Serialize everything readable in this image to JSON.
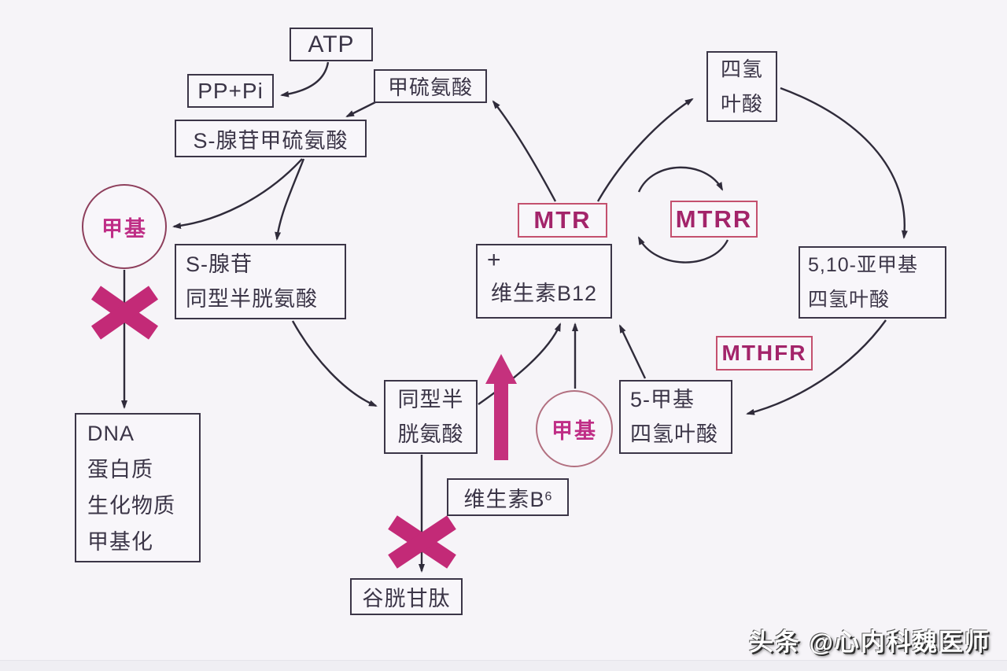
{
  "diagram": {
    "nodes": {
      "atp": {
        "label": "ATP"
      },
      "pp_pi": {
        "label": "PP+Pi"
      },
      "methionine": {
        "label": "甲硫氨酸"
      },
      "sam": {
        "label": "S-腺苷甲硫氨酸"
      },
      "methyl_left": {
        "label": "甲基"
      },
      "sah": {
        "lines": [
          "S-腺苷",
          "同型半胱氨酸"
        ]
      },
      "dna": {
        "lines": [
          "DNA",
          "蛋白质",
          "生化物质",
          "甲基化"
        ]
      },
      "homocysteine": {
        "lines": [
          "同型半",
          "胱氨酸"
        ]
      },
      "methyl_bottom": {
        "label": "甲基"
      },
      "vitamin_b12": {
        "plus": "+",
        "label": "维生素B12"
      },
      "mtr": {
        "label": "MTR"
      },
      "mtrr": {
        "label": "MTRR"
      },
      "thf": {
        "lines": [
          "四氢",
          "叶酸"
        ]
      },
      "methylene_thf": {
        "lines": [
          "5,10-亚甲基",
          "四氢叶酸"
        ]
      },
      "mthfr": {
        "label": "MTHFR"
      },
      "methyl_thf": {
        "lines": [
          "5-甲基",
          "四氢叶酸"
        ]
      },
      "vitamin_b6": {
        "base": "维生素B",
        "subscript": "6"
      },
      "glutathione": {
        "label": "谷胱甘肽"
      }
    },
    "watermark": "头条 @心内科魏医师",
    "colors": {
      "background": "#f6f4f8",
      "box_border": "#3b3547",
      "box_text": "#3b3547",
      "enzyme_border": "#c4506e",
      "enzyme_text": "#a3246a",
      "accent_pink": "#c32a77",
      "methyl_text": "#bf2e86",
      "arrow": "#2f2b3a"
    }
  }
}
